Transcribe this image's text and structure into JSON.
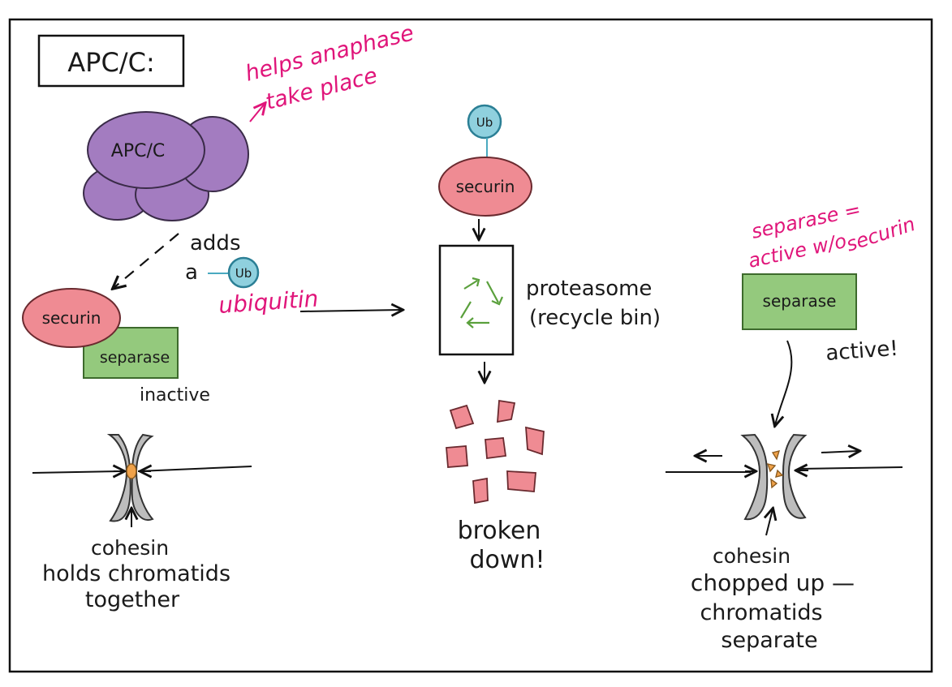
{
  "title": "APC/C:",
  "apc": {
    "label": "APC/C",
    "note_line1": "helps anaphase",
    "note_line2": "take place",
    "adds_line1": "adds",
    "adds_a": "a",
    "ubiquitin": "ubiquitin"
  },
  "ub_label": "Ub",
  "left": {
    "securin": "securin",
    "separase": "separase",
    "state": "inactive",
    "cohesin": "cohesin",
    "caption_line1": "holds chromatids",
    "caption_line2": "together"
  },
  "middle": {
    "securin": "securin",
    "proteasome_line1": "proteasome",
    "proteasome_line2": "(recycle bin)",
    "broken_line1": "broken",
    "broken_line2": "down!"
  },
  "right": {
    "note_line1": "separase =",
    "note_line2": "active w/o",
    "note_line3": "securin",
    "separase": "separase",
    "state": "active!",
    "cohesin": "cohesin",
    "caption_line1": "chopped up —",
    "caption_line2": "chromatids",
    "caption_line3": "separate"
  },
  "colors": {
    "apc_purple": "#a37cc0",
    "securin_pink": "#ef8b93",
    "separase_green": "#94c97d",
    "ub_blue": "#8fd0de",
    "recycle_green": "#5aa03c",
    "cohesin_orange": "#f0a24a",
    "chromatid_gray": "#bdbdbd",
    "annotation_pink": "#e0157a"
  }
}
